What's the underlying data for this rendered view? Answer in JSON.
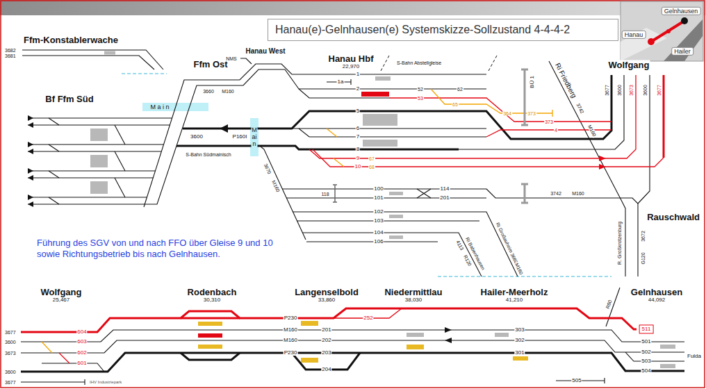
{
  "diagram": {
    "title": "Hanau(e)-Gelnhausen(e) Systemskizze-Sollzustand 4-4-4-2",
    "nodes": [
      {
        "text": [
          "Gelnhausen"
        ]
      },
      {
        "text": [
          "Hanau"
        ]
      },
      {
        "text": [
          "Hailer"
        ]
      },
      {
        "text": [
          "511"
        ]
      }
    ],
    "labels": [
      "Ffm-Konstablerwache",
      "3682",
      "3681",
      "Ffm Ost",
      "NMS",
      "Hanau West",
      "3660",
      "M160",
      "Bf Ffm Süd",
      "M a i n",
      "Main",
      "3600",
      "P160I",
      "S-Bahn Südmainisch",
      "3670",
      "M160",
      "Hanau Hbf",
      "22,970",
      "S-Bahn Abstellgleise",
      "1",
      "1a",
      "2",
      "52",
      "53",
      "62",
      "5",
      "65",
      "364",
      "373",
      "373",
      "4",
      "6",
      "7",
      "8",
      "9",
      "67",
      "10",
      "68",
      "BÜ 1",
      "Ri Friedberg",
      "3742",
      "M160",
      "Wolfgang",
      "3677",
      "3600",
      "3673",
      "3600",
      "3677",
      "100",
      "101",
      "118",
      "114",
      "201",
      "102",
      "103",
      "104",
      "106",
      "3742",
      "M160",
      "Rauschwald",
      "Ri Großauheim",
      "3660",
      "M160",
      "4113",
      "R120",
      "Ri Babenhausen",
      "R. Großkrotzenburg",
      "3672",
      "G120",
      "Führung des SGV von und nach FFO über Gleise 9 und 10 sowie Richtungsbetrieb bis nach Gelnhausen.",
      "Wolfgang",
      "25,467",
      "3677",
      "3600",
      "3673",
      "3600",
      "3677",
      "604",
      "603",
      "602",
      "601",
      "IHV Industriepark",
      "Rodenbach",
      "30,310",
      "P230",
      "M160",
      "M160",
      "P230",
      "Langenselbold",
      "33,860",
      "201",
      "202",
      "203",
      "204",
      "252",
      "Niedermittlau",
      "38,030",
      "Hailer-Meerholz",
      "41,210",
      "303",
      "302",
      "301",
      "Gelnhausen",
      "44,092",
      "R80",
      "501",
      "502",
      "503",
      "504",
      "505",
      "Fulda"
    ]
  }
}
